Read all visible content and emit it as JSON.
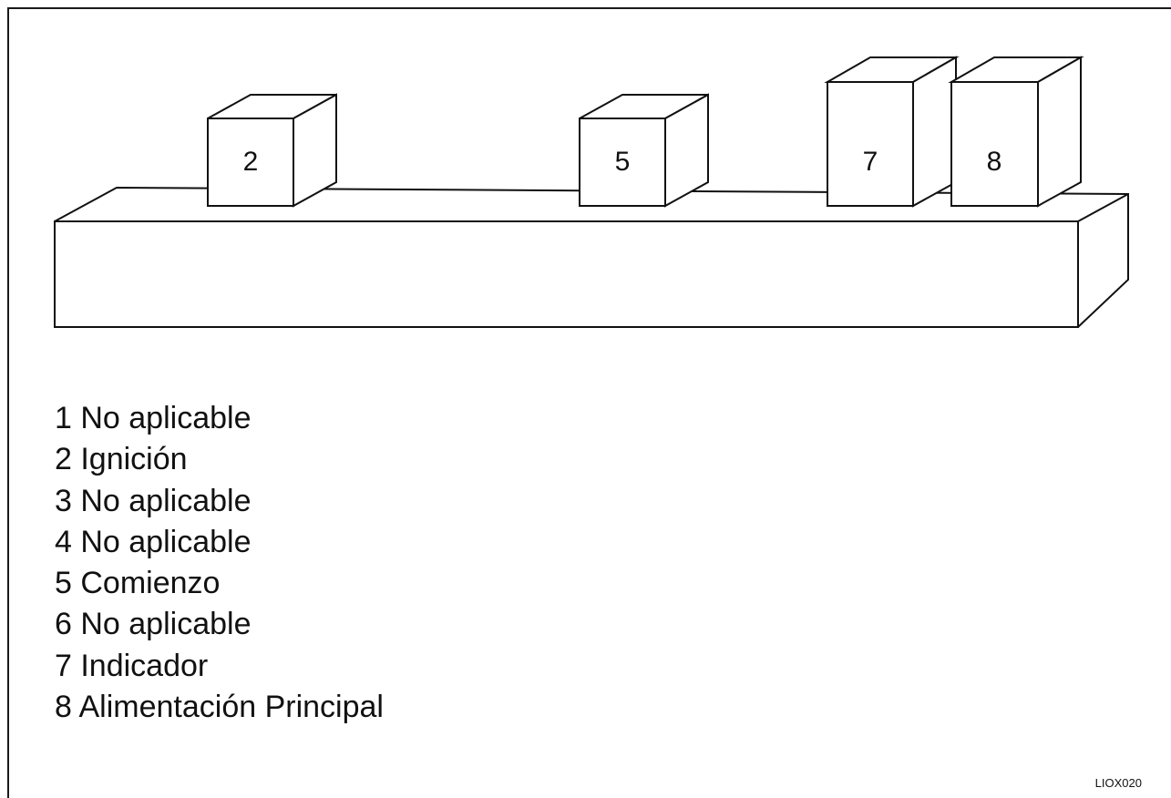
{
  "boxes": {
    "b2": "2",
    "b5": "5",
    "b7": "7",
    "b8": "8"
  },
  "legend": [
    "1 No aplicable",
    "2 Ignición",
    "3 No aplicable",
    "4 No aplicable",
    "5 Comienzo",
    "6 No aplicable",
    "7 Indicador",
    "8 Alimentación Principal"
  ],
  "figure_code": "LIOX020"
}
